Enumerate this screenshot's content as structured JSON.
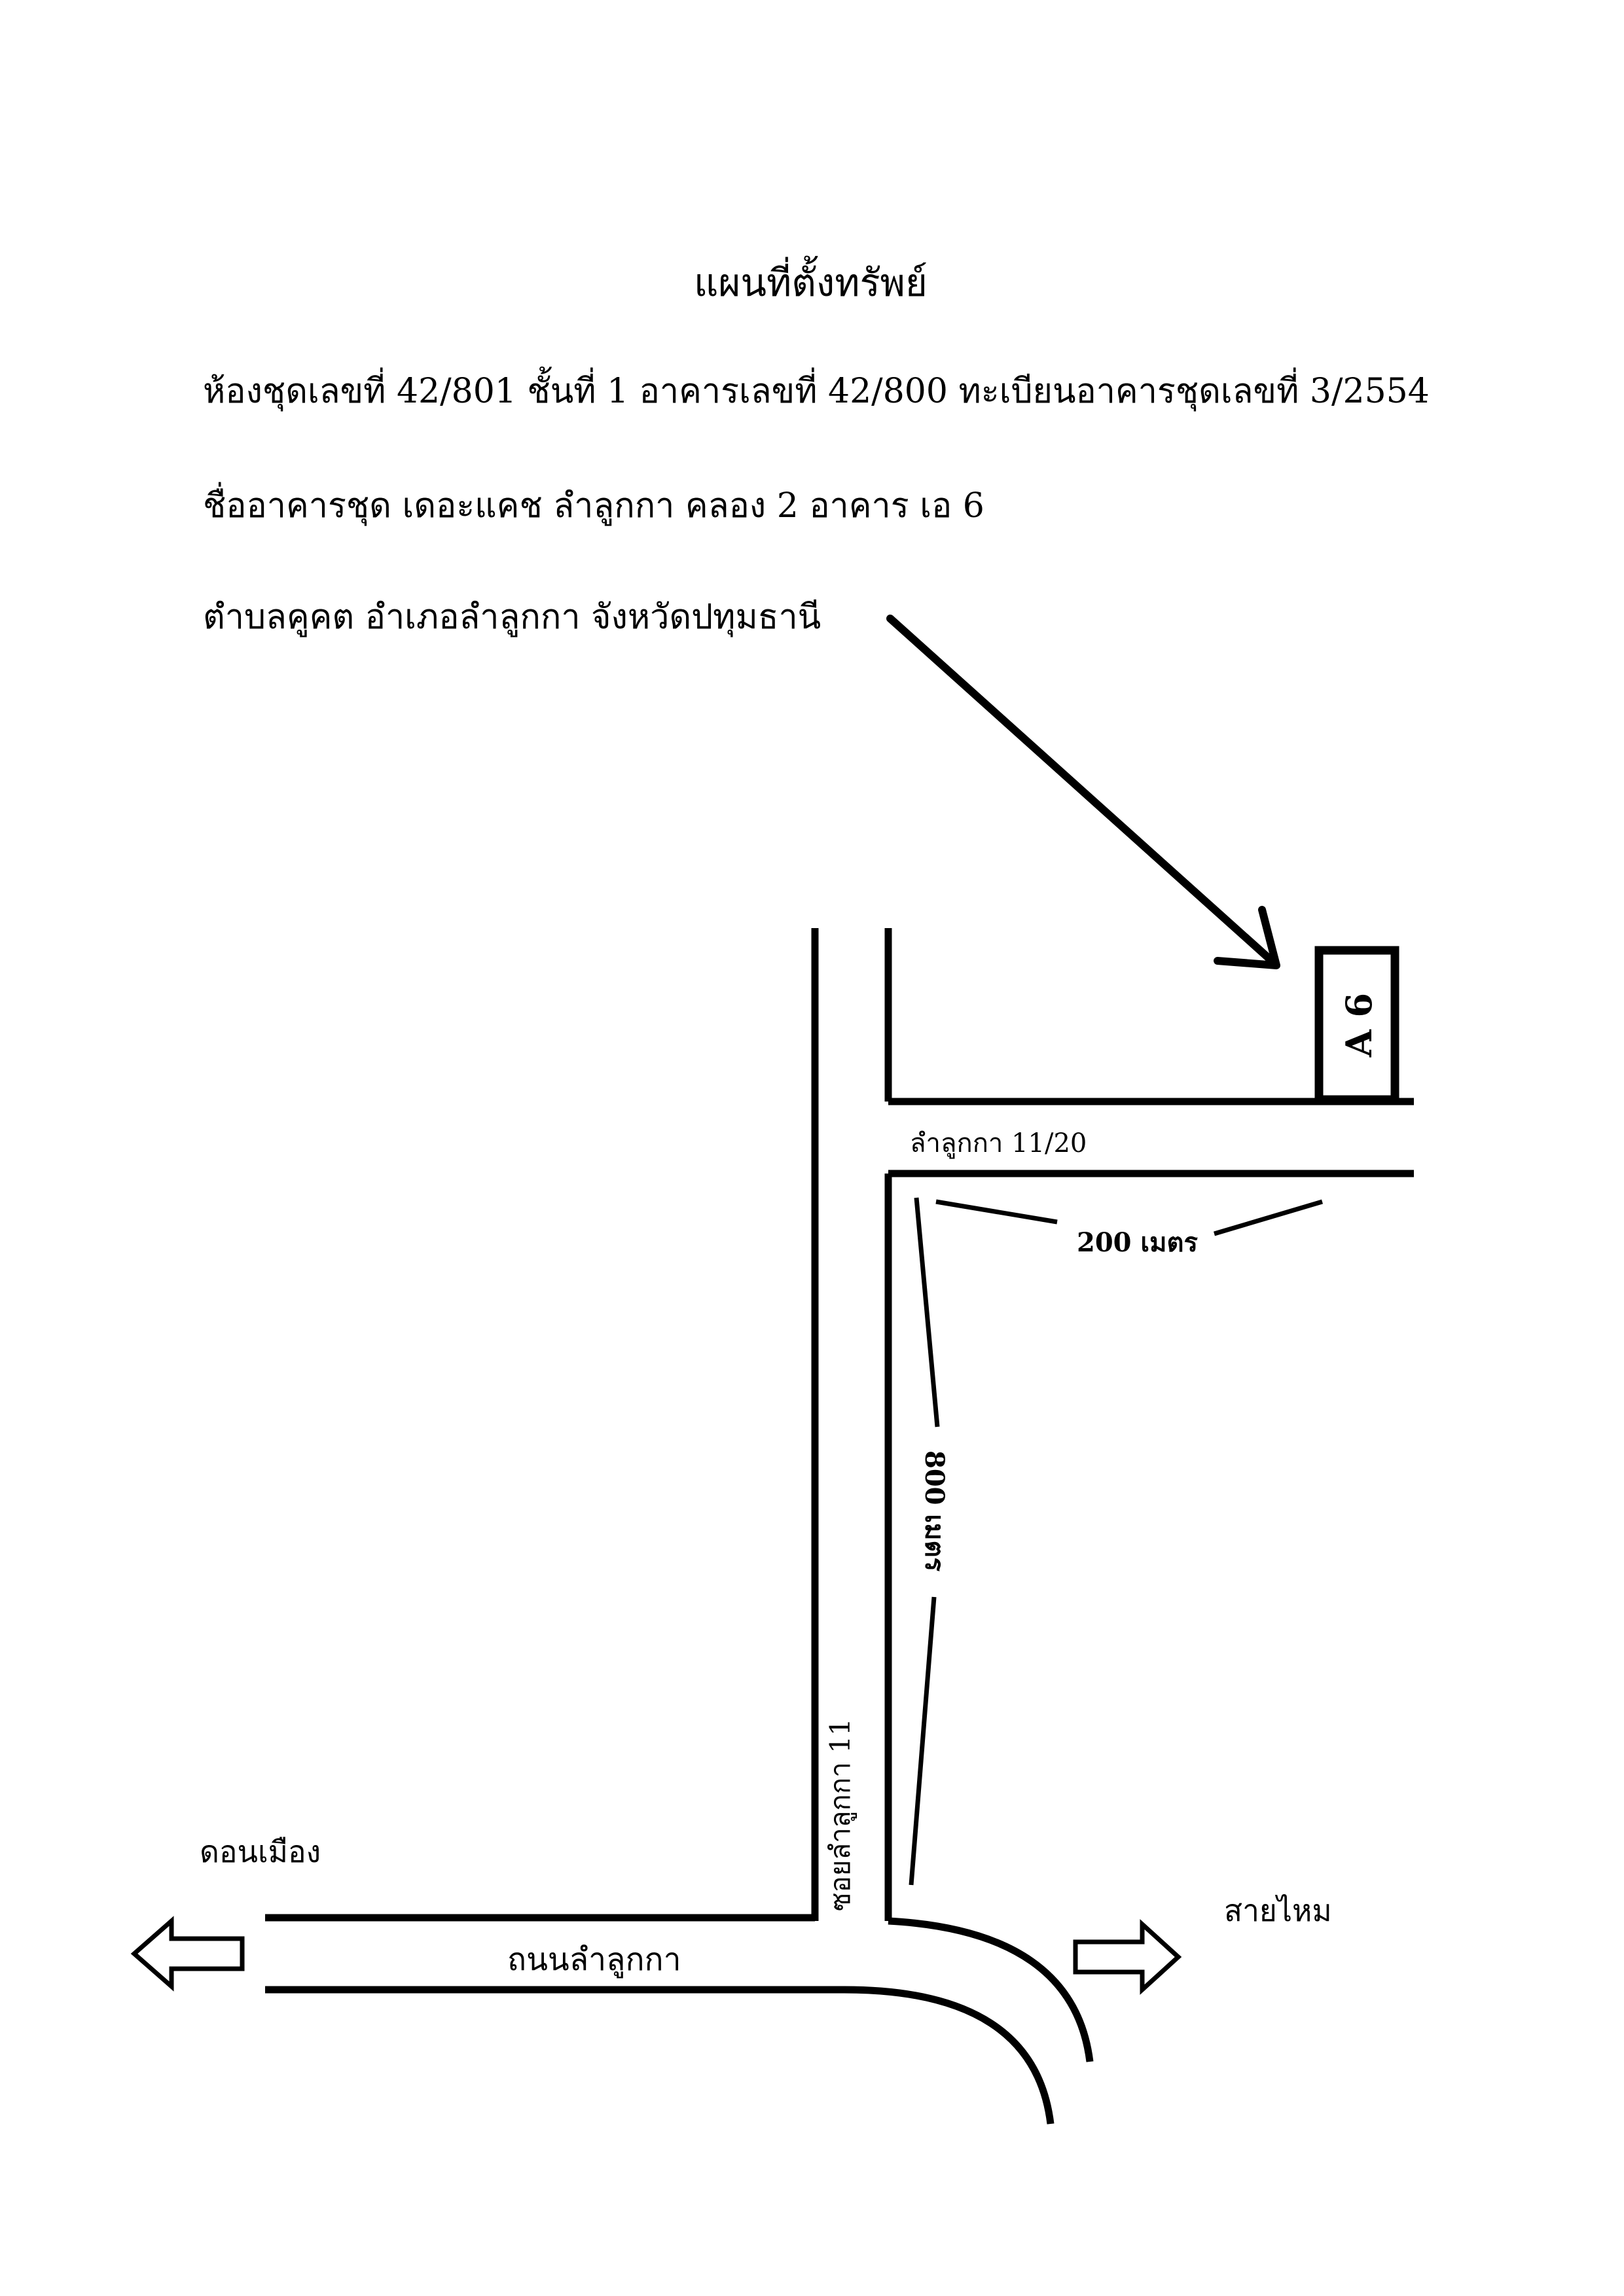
{
  "header": {
    "title": "แผนที่ตั้งทรัพย์",
    "line1": "ห้องชุดเลขที่ 42/801 ชั้นที่ 1 อาคารเลขที่ 42/800 ทะเบียนอาคารชุดเลขที่ 3/2554",
    "line2": "ชื่ออาคารชุด เดอะแคช ลำลูกกา คลอง 2 อาคาร เอ 6",
    "line3": "ตำบลคูคต อำเภอลำลูกกา จังหวัดปทุมธานี"
  },
  "map": {
    "building_label": "A 6",
    "lane_label": "ลำลูกกา 11/20",
    "distance_horizontal": "200 เมตร",
    "distance_vertical": "800 เมตร",
    "soi_label": "ซอยลำลูกกา 11",
    "main_road_label": "ถนนลำลูกกา",
    "west_direction": "ดอนเมือง",
    "east_direction": "สายไหม"
  }
}
